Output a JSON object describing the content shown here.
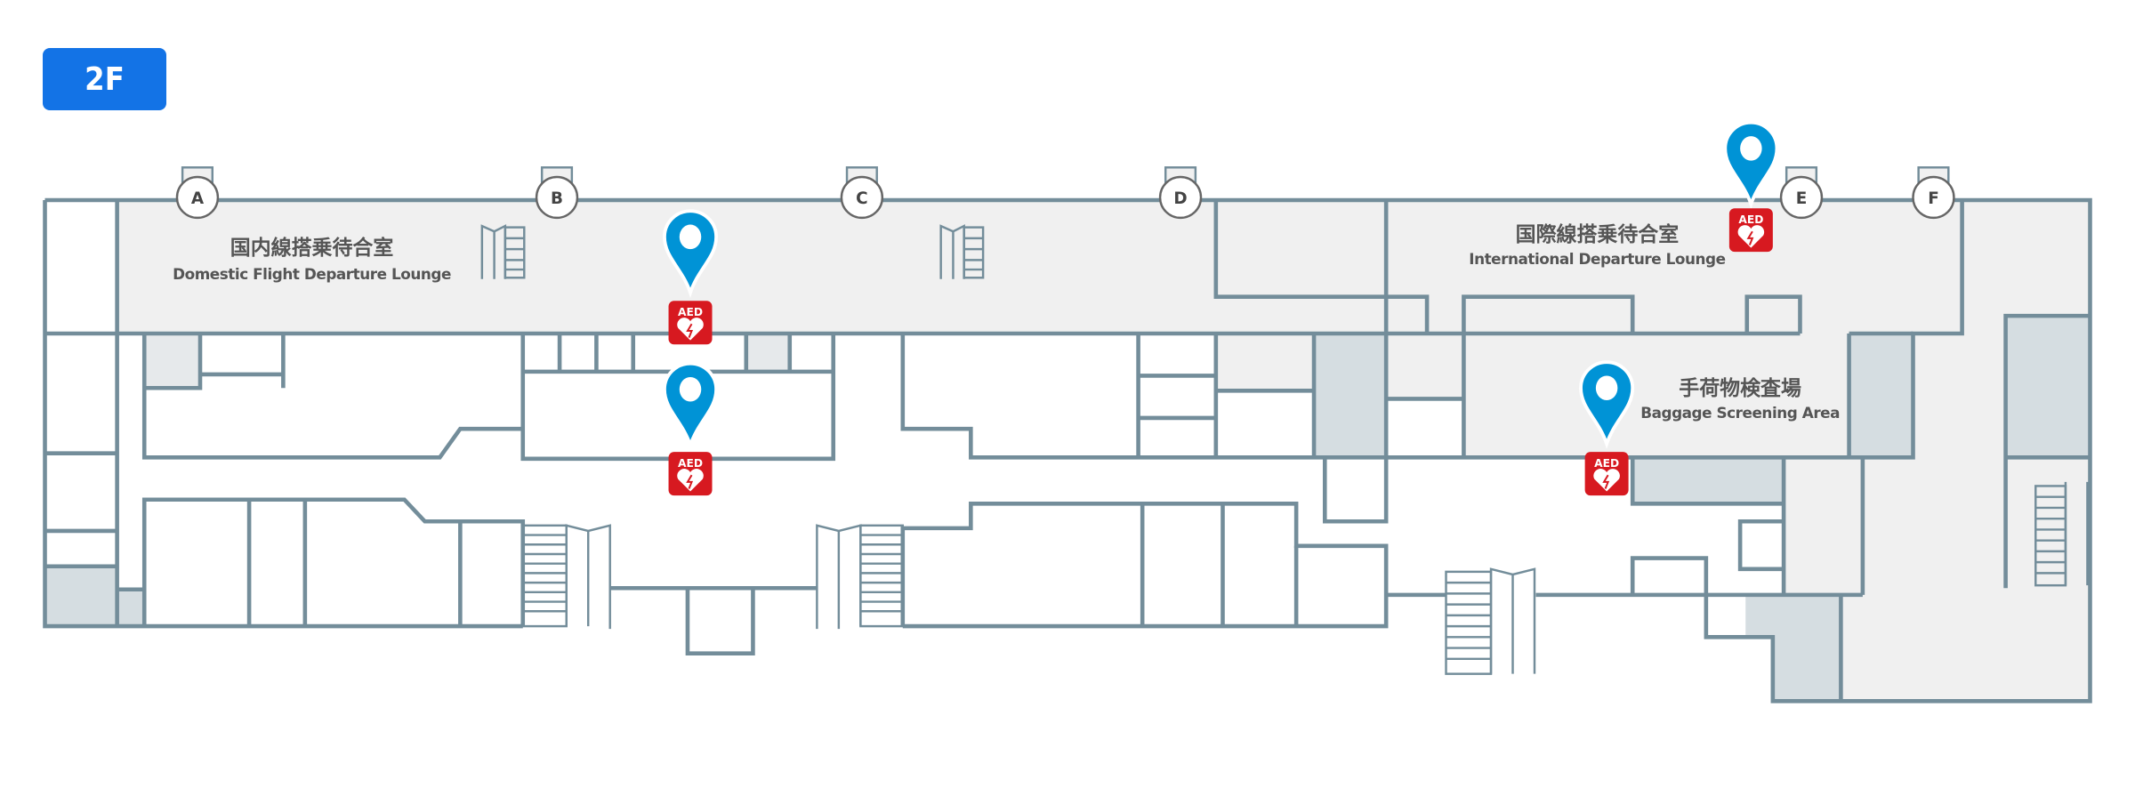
{
  "floor": {
    "label": "2F",
    "color": "#1373e6"
  },
  "gates": [
    "A",
    "B",
    "C",
    "D",
    "E",
    "F"
  ],
  "areas": {
    "domestic": {
      "jp": "国内線搭乗待合室",
      "en": "Domestic Flight Departure Lounge"
    },
    "international": {
      "jp": "国際線搭乗待合室",
      "en": "International Departure Lounge"
    },
    "baggage": {
      "jp": "手荷物検査場",
      "en": "Baggage Screening Area"
    }
  },
  "markers": {
    "aed_label": "AED",
    "pin_color": "#0093d6",
    "aed_color": "#d71920",
    "count": 4
  },
  "colors": {
    "wall": "#738d9a",
    "lounge": "#f0f0f0",
    "shaded": "#d5dde1"
  }
}
